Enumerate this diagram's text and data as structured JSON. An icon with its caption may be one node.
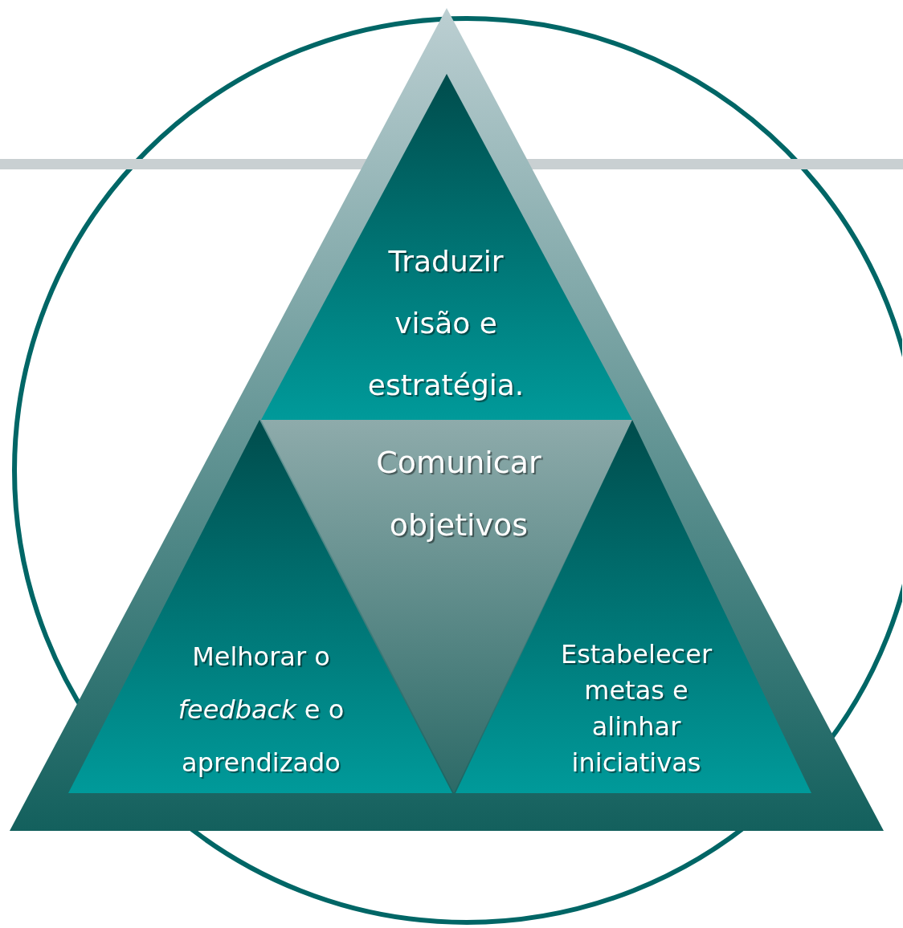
{
  "diagram": {
    "nodes": [
      {
        "text": [],
        "shape": "circle"
      },
      {
        "text": [],
        "shape": "triangle"
      },
      {
        "text": [
          "Traduzir visão e estratégia."
        ],
        "in": 1
      },
      {
        "text": [
          "Comunicar objetivos"
        ],
        "in": 1
      },
      {
        "text": [
          "Melhorar o *feedback* e o aprendizado"
        ],
        "in": 1
      },
      {
        "text": [
          "Estabelecer metas e alinhar iniciativas"
        ],
        "in": 1
      }
    ]
  }
}
